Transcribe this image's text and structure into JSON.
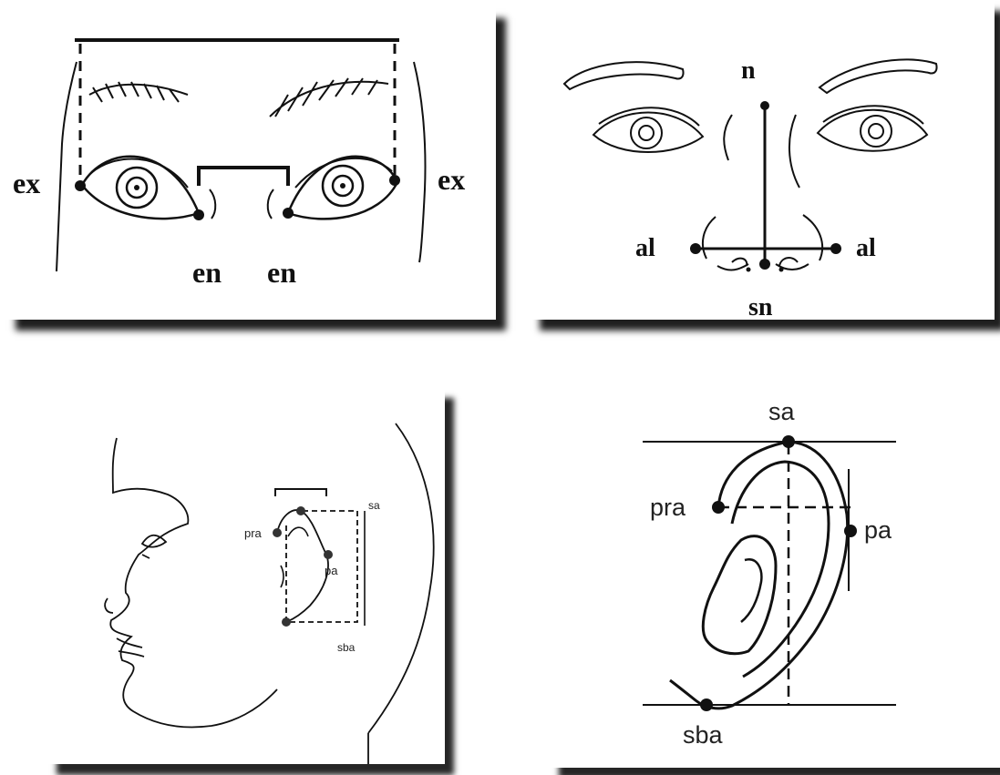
{
  "panels": {
    "eyes": {
      "labels": {
        "ex_left": "ex",
        "ex_right": "ex",
        "en_left": "en",
        "en_right": "en"
      }
    },
    "nose": {
      "labels": {
        "n": "n",
        "al_left": "al",
        "al_right": "al",
        "sn": "sn"
      }
    },
    "profile": {
      "labels": {
        "pra": "pra",
        "pa": "pa",
        "sa": "sa",
        "sba": "sba"
      }
    },
    "ear": {
      "labels": {
        "sa": "sa",
        "pra": "pra",
        "pa": "pa",
        "sba": "sba"
      }
    }
  },
  "colors": {
    "ink": "#111111",
    "background": "#ffffff",
    "shadow": "#000000"
  }
}
